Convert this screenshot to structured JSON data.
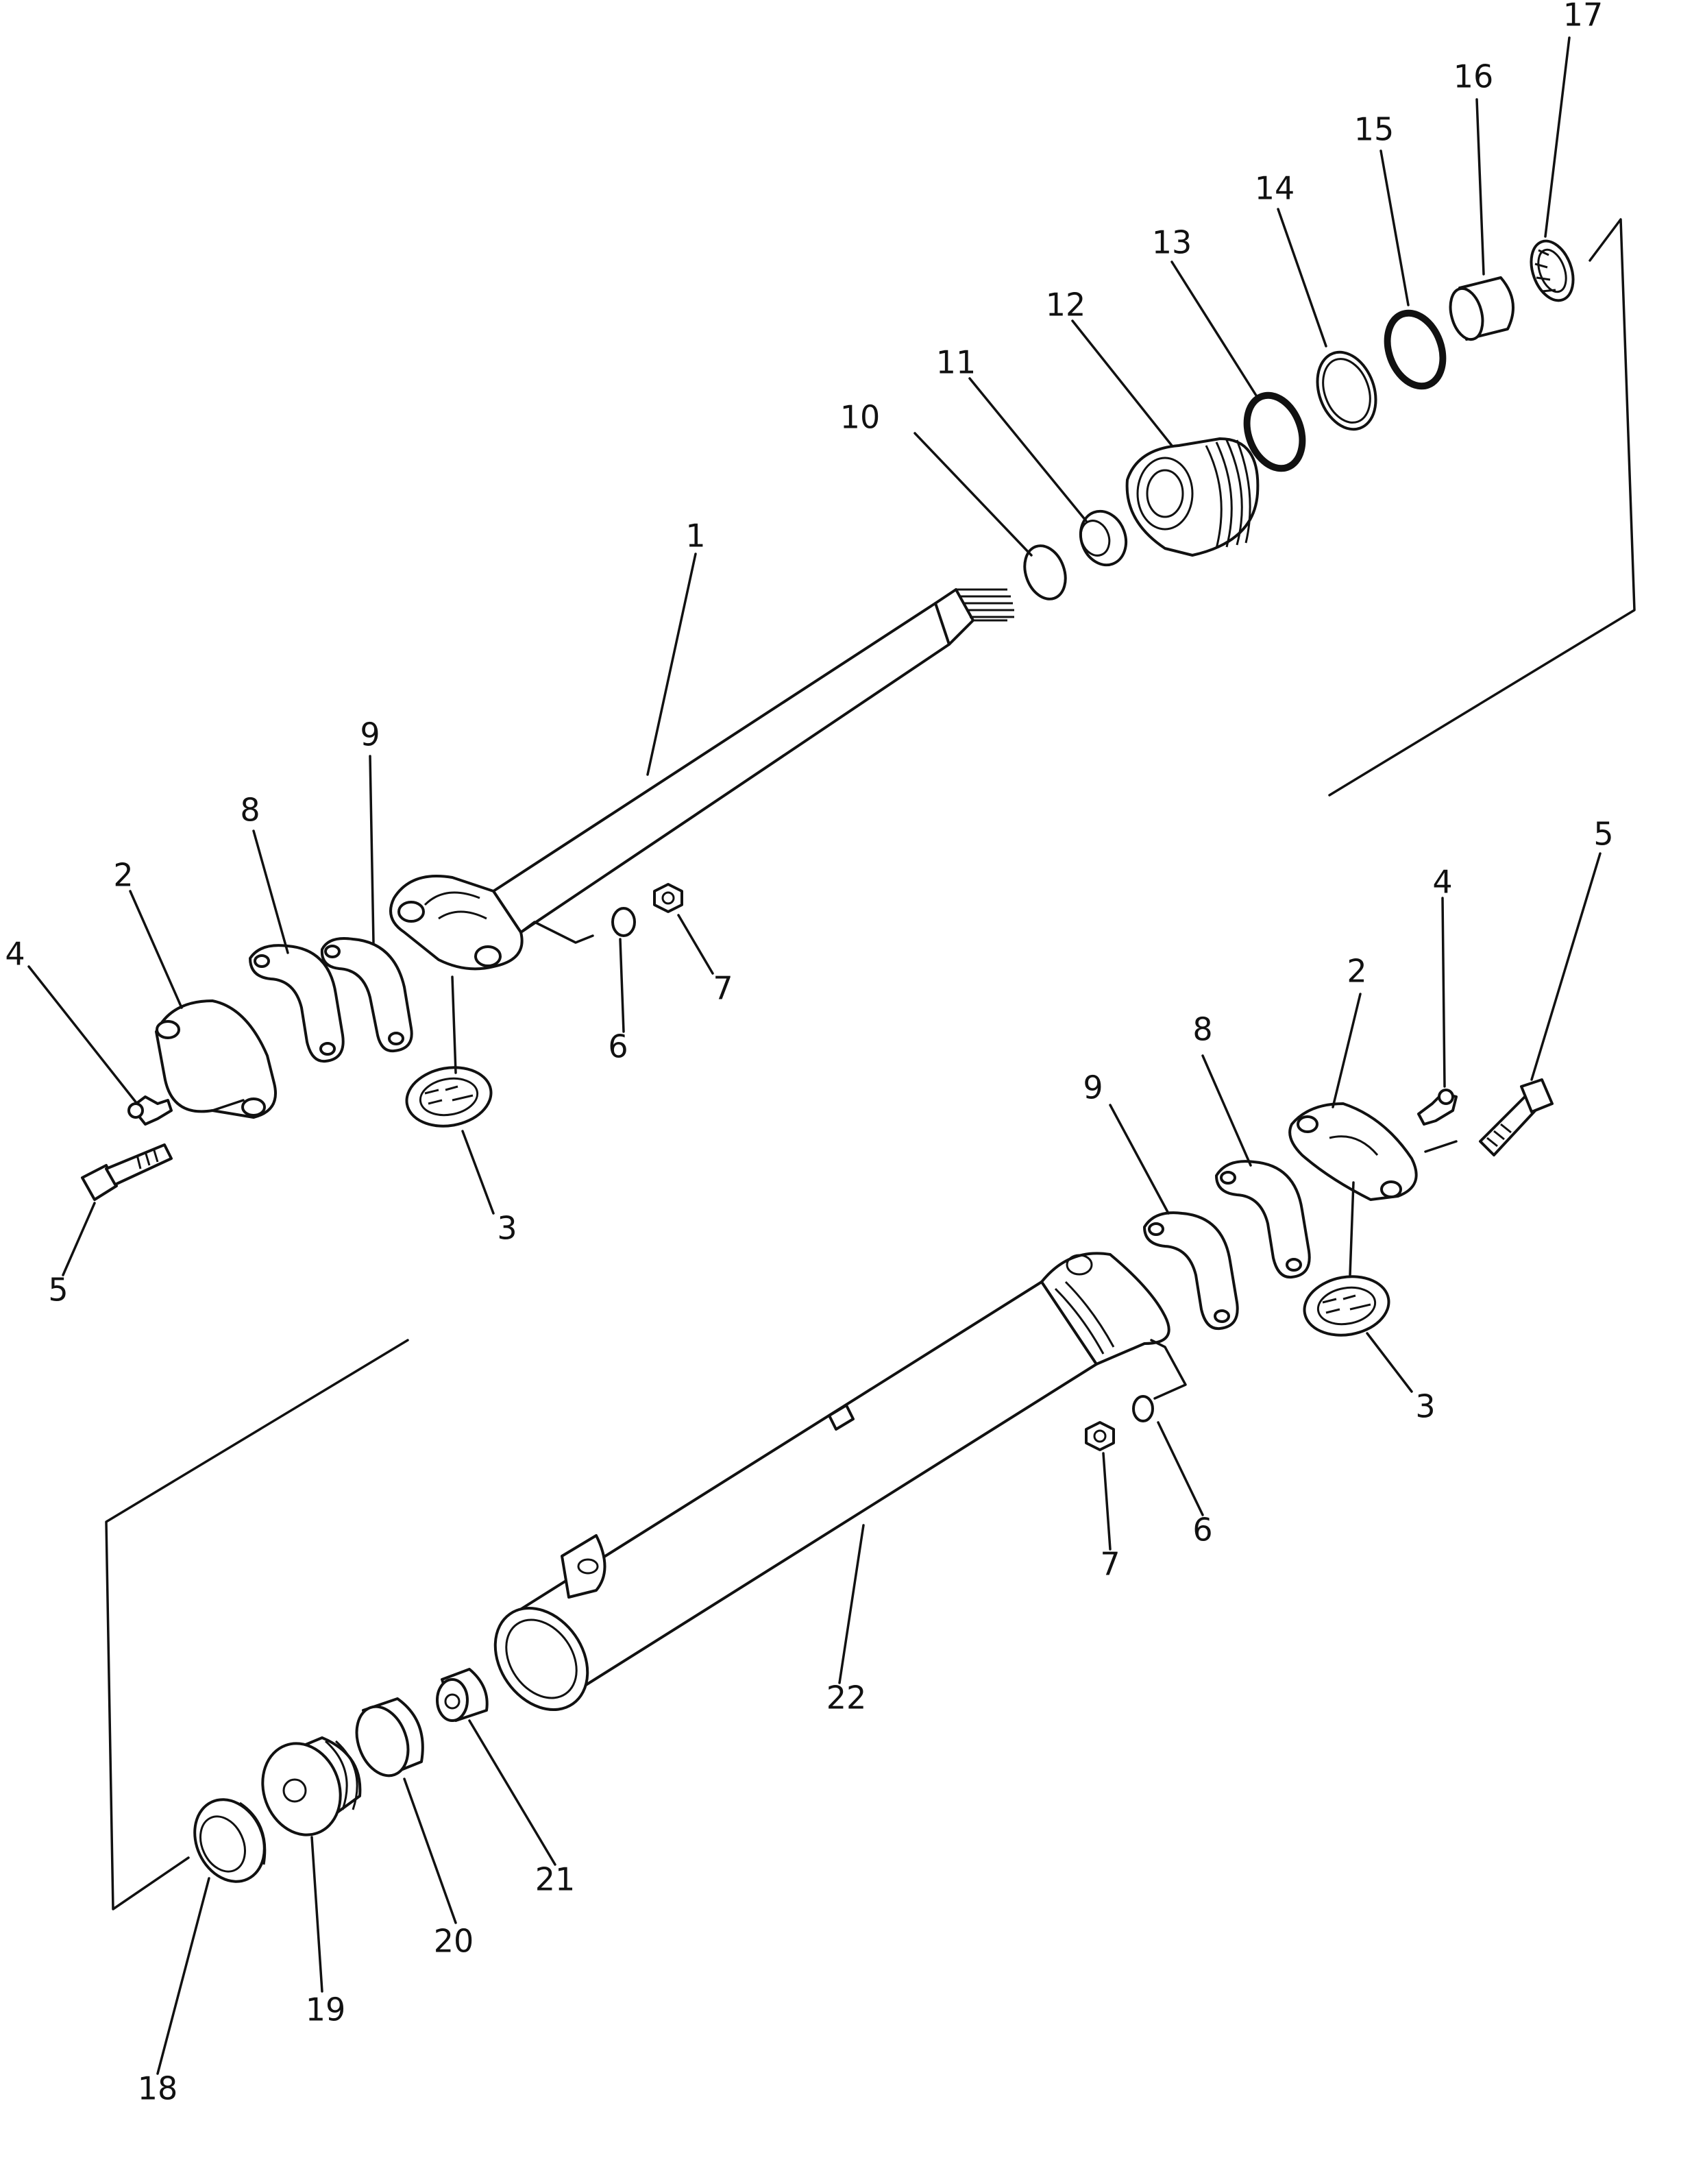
{
  "diagram": {
    "type": "exploded-parts-view",
    "labels": {
      "top_assembly": {
        "l1": "1",
        "l2": "2",
        "l3": "3",
        "l4": "4",
        "l5": "5",
        "l6": "6",
        "l7": "7",
        "l8": "8",
        "l9": "9",
        "l10": "10",
        "l11": "11",
        "l12": "12",
        "l13": "13",
        "l14": "14",
        "l15": "15",
        "l16": "16",
        "l17": "17"
      },
      "bottom_assembly": {
        "l2": "2",
        "l3": "3",
        "l4": "4",
        "l5": "5",
        "l6": "6",
        "l7": "7",
        "l8": "8",
        "l9": "9",
        "l18": "18",
        "l19": "19",
        "l20": "20",
        "l21": "21",
        "l22": "22"
      }
    }
  }
}
